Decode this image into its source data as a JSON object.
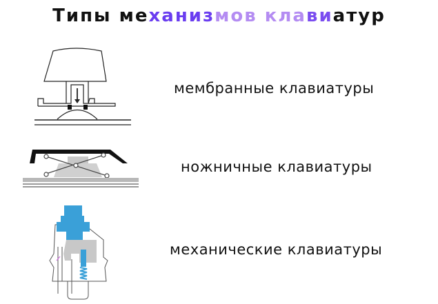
{
  "title": {
    "part1": "Типы ме",
    "part2": "ханиз",
    "part3": "мов кла",
    "part4": "ви",
    "part5": "атур"
  },
  "items": [
    {
      "label": "мембранные клавиатуры",
      "icon": "membrane-key-icon"
    },
    {
      "label": "ножничные клавиатуры",
      "icon": "scissor-key-icon"
    },
    {
      "label": "механические клавиатуры",
      "icon": "mechanical-switch-icon"
    }
  ],
  "colors": {
    "title_dark": "#111111",
    "title_purple": "#6a3df0",
    "title_lavender": "#b48cf2",
    "switch_blue": "#3aa0d8",
    "switch_gray": "#c8c8c8"
  }
}
